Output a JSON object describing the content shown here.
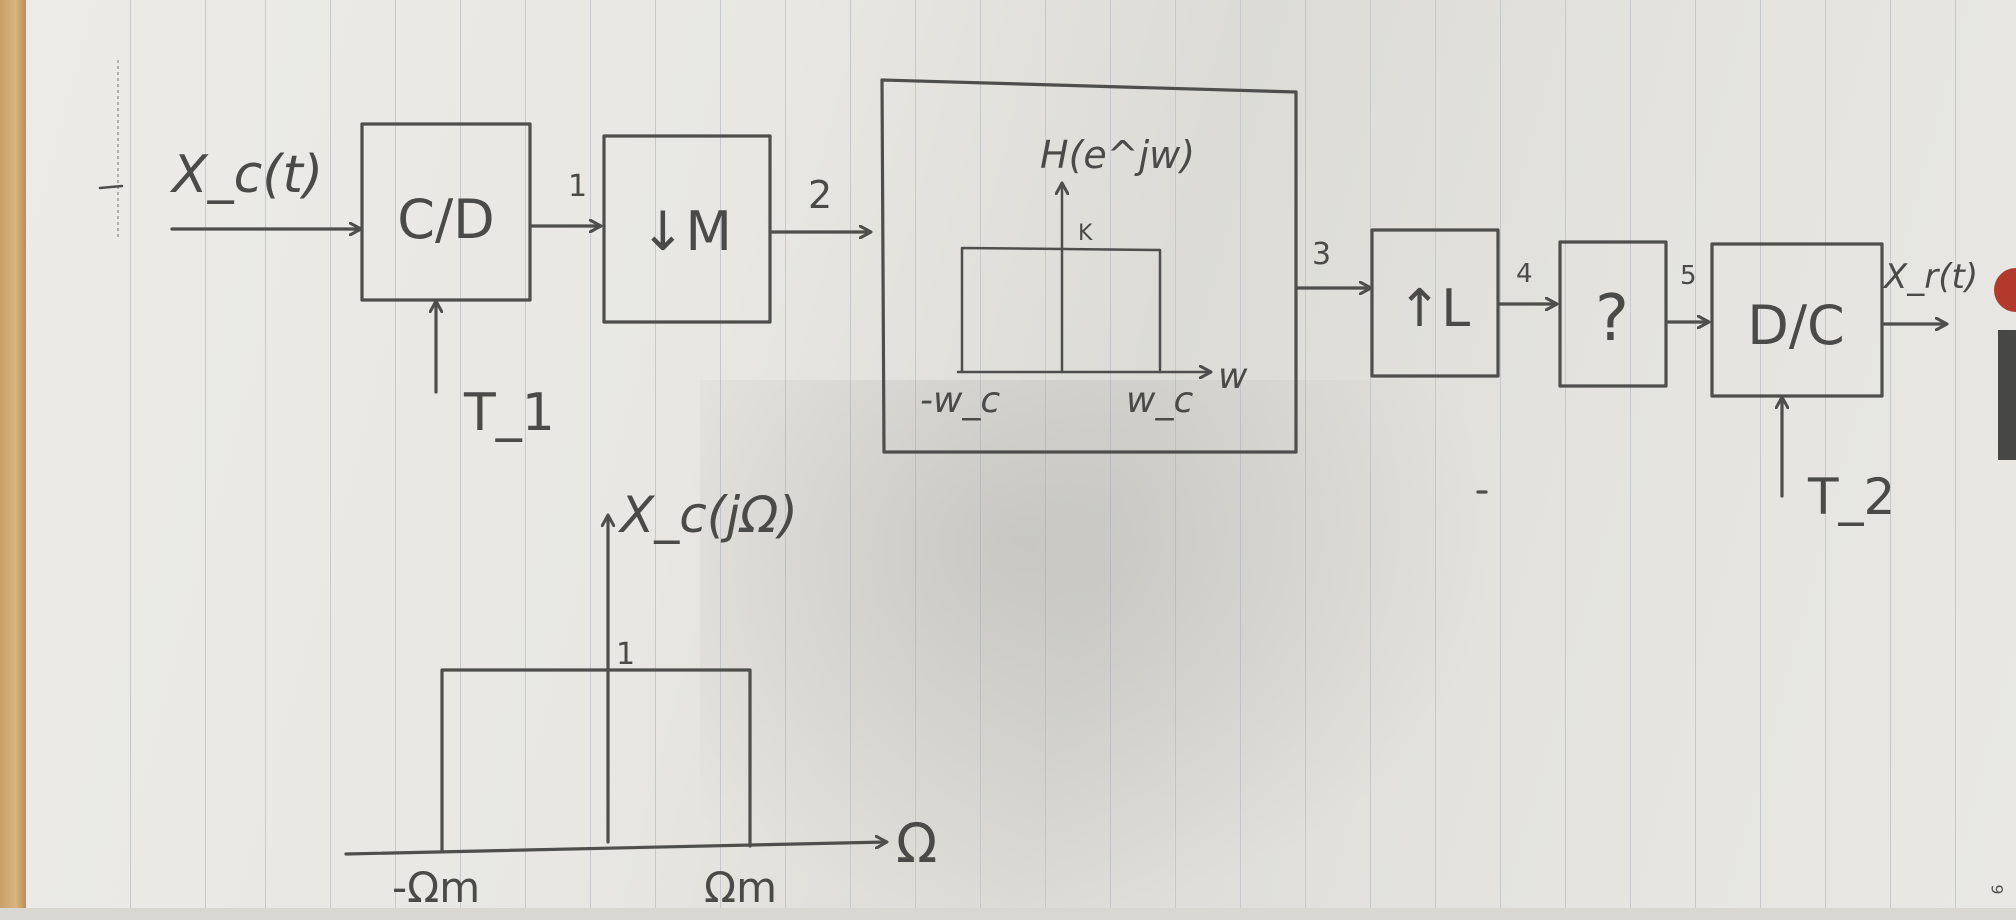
{
  "block_diagram": {
    "input_signal": "X_c(t)",
    "output_signal": "X_r(t)",
    "blocks": [
      {
        "id": "cd",
        "label": "C/D",
        "control": "T_1"
      },
      {
        "id": "downsample",
        "label": "↓M"
      },
      {
        "id": "filter",
        "label": "H(e^jw)"
      },
      {
        "id": "upsample",
        "label": "↑L"
      },
      {
        "id": "unknown",
        "label": "?"
      },
      {
        "id": "dc",
        "label": "D/C",
        "control": "T_2"
      }
    ],
    "node_labels": [
      "1",
      "2",
      "3",
      "4",
      "5"
    ]
  },
  "filter_response": {
    "title": "H(e^jw)",
    "gain": "K",
    "axis": "w",
    "left_cutoff": "-w_c",
    "right_cutoff": "w_c"
  },
  "input_spectrum": {
    "title": "X_c(jΩ)",
    "height": "1",
    "axis": "Ω",
    "left_edge": "-Ωm",
    "right_edge": "Ωm"
  },
  "page_number": "9"
}
